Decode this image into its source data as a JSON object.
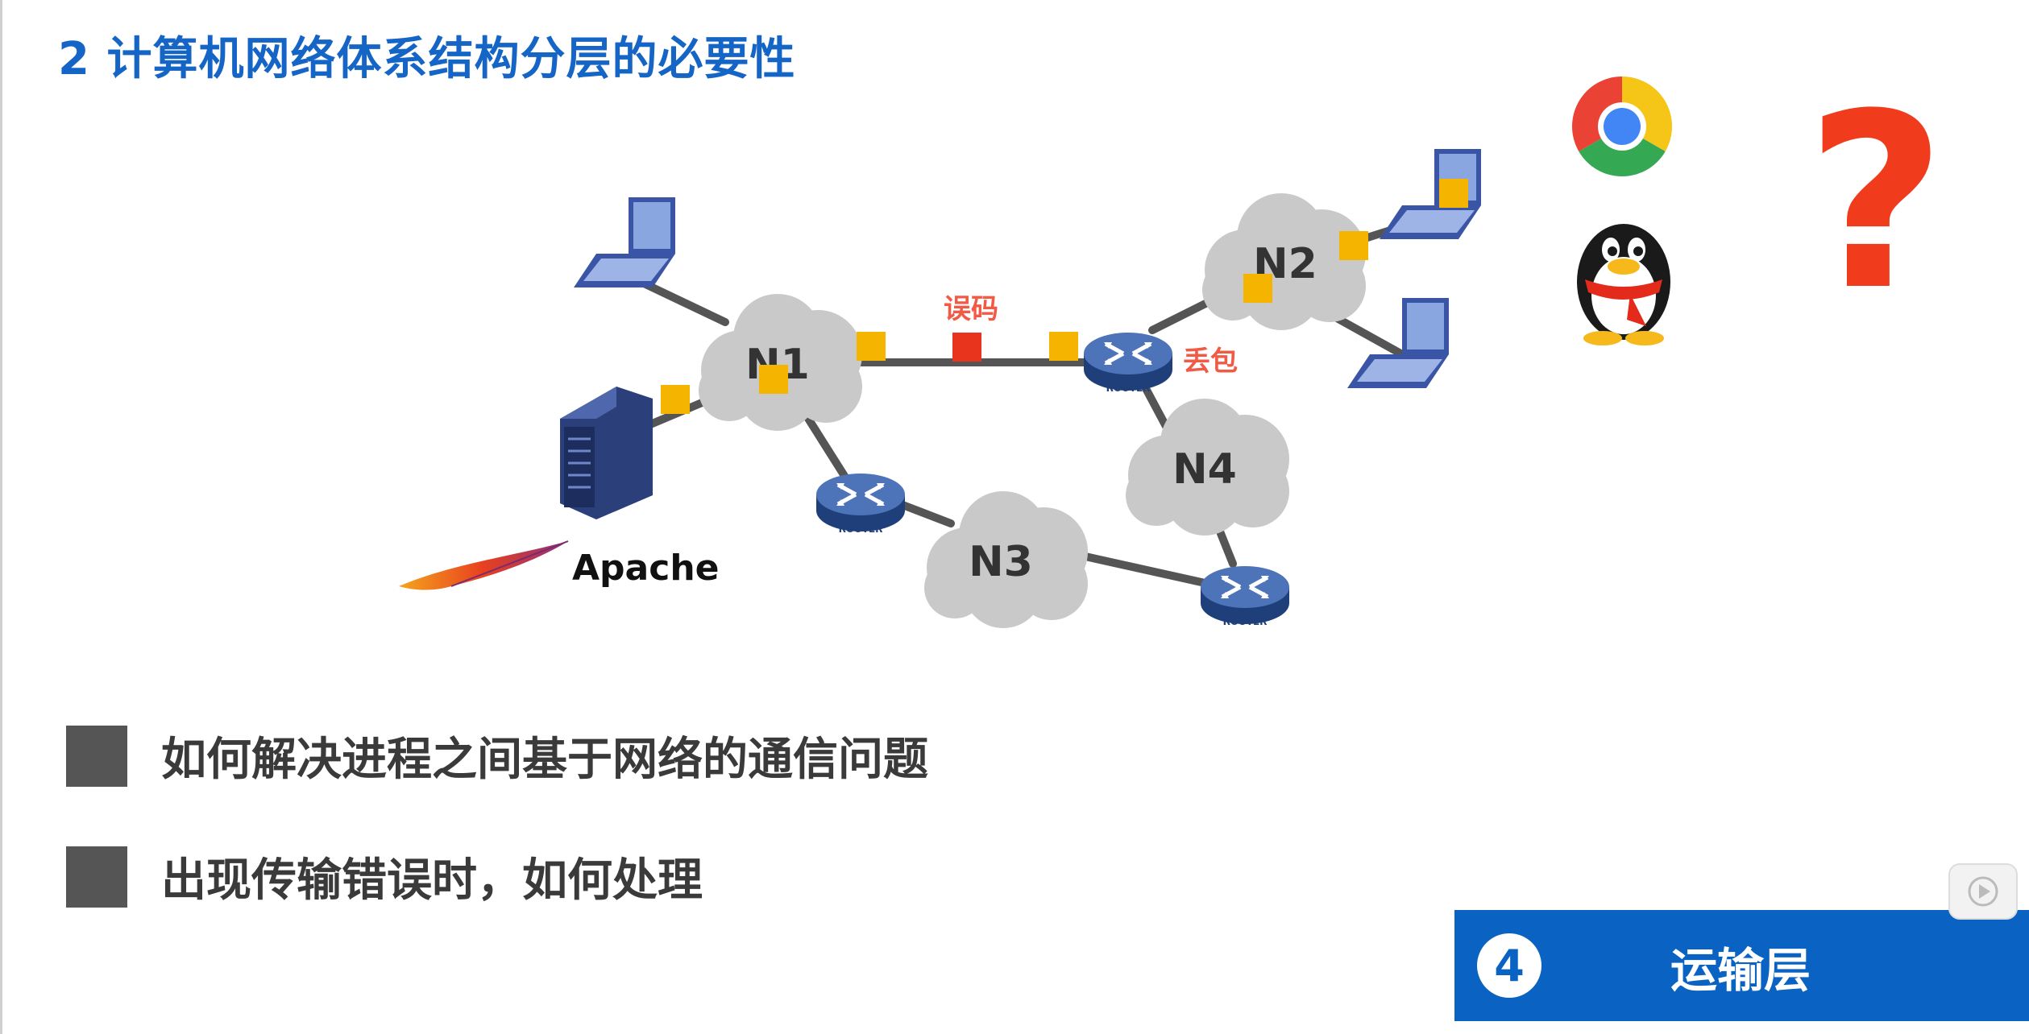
{
  "slide": {
    "title": "2 计算机网络体系结构分层的必要性",
    "diagram": {
      "clouds": [
        "N1",
        "N2",
        "N3",
        "N4"
      ],
      "router_label": "ROUTER",
      "error_label": "误码",
      "loss_label": "丢包",
      "server_software": "Apache",
      "question_mark": "?"
    },
    "bullets": [
      {
        "text": "如何解决进程之间基于网络的通信问题"
      },
      {
        "text": "出现传输错误时，如何处理"
      }
    ],
    "banner": {
      "number": "4",
      "label": "运输层"
    },
    "colors": {
      "title": "#1565c6",
      "banner": "#0a63c2",
      "packet": "#f5b400",
      "error_packet": "#e8341c",
      "question": "#f03c1c"
    },
    "icons": [
      "laptop-icon",
      "server-icon",
      "router-icon",
      "chrome-icon",
      "qq-penguin-icon",
      "apache-feather-icon",
      "play-icon"
    ]
  }
}
